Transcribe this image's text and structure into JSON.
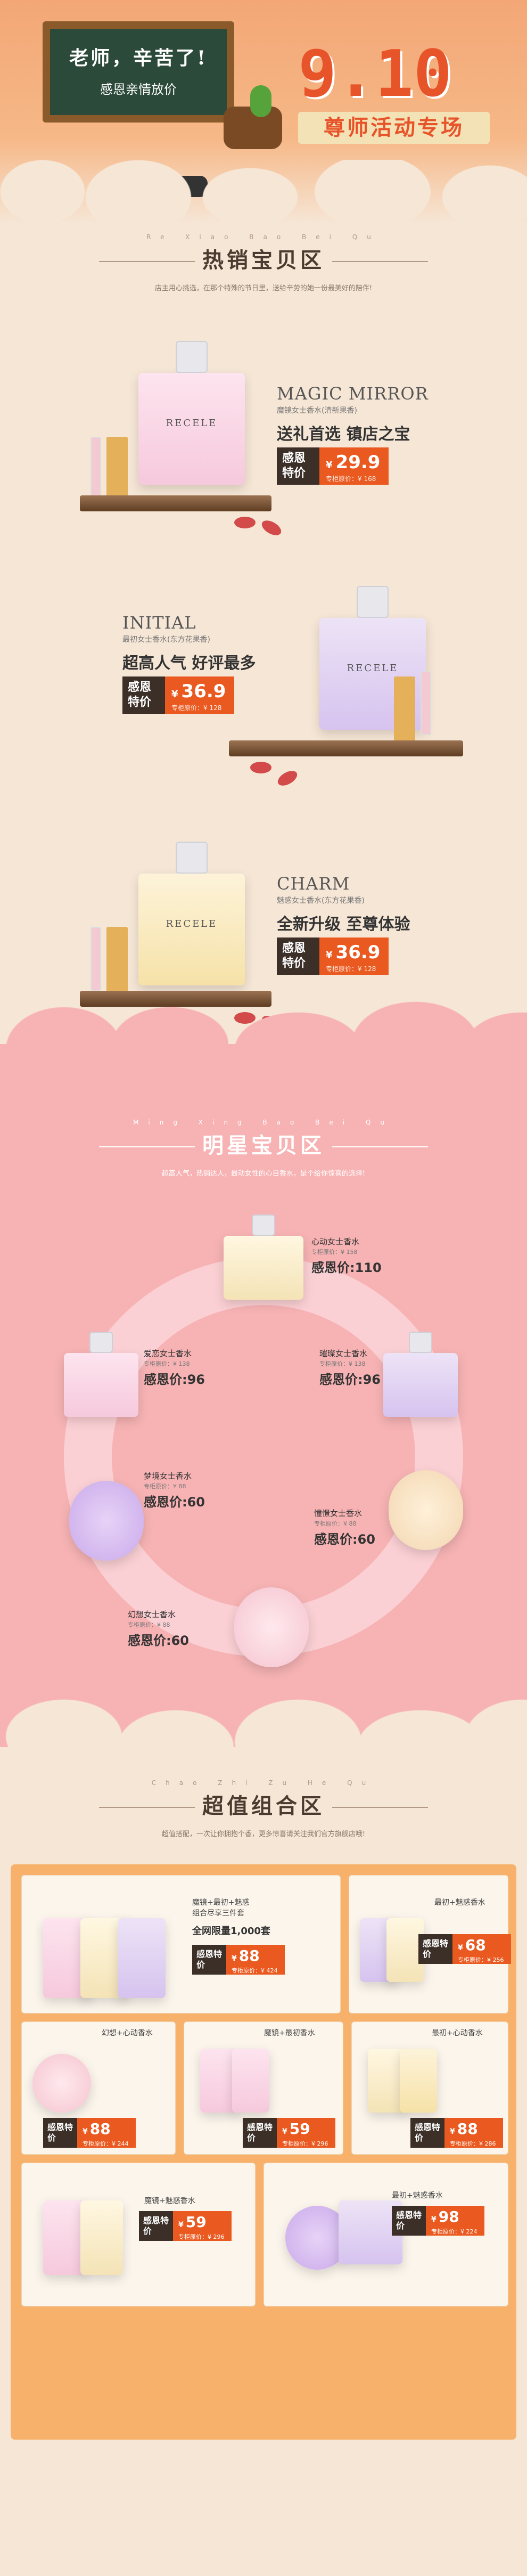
{
  "hero": {
    "board_title": "老师，辛苦了!",
    "board_sub": "感恩亲情放价",
    "date": "9.10",
    "slogan": "尊师活动专场"
  },
  "hot": {
    "pinyin": "Re Xiao Bao Bei Qu",
    "title": "热销宝贝区",
    "desc": "店主用心挑选，在那个特殊的节日里，送给辛劳的她一份最美好的陪伴!",
    "items": [
      {
        "en": "MAGIC MIRROR",
        "sub": "魔镜女士香水(清新果香)",
        "slogan": "送礼首选 镇店之宝",
        "label": "感恩特价",
        "price": "29.9",
        "orig": "专柜原价：¥ 168"
      },
      {
        "en": "INITIAL",
        "sub": "最初女士香水(东方花果香)",
        "slogan": "超高人气 好评最多",
        "label": "感恩特价",
        "price": "36.9",
        "orig": "专柜原价：¥ 128"
      },
      {
        "en": "CHARM",
        "sub": "魅惑女士香水(东方花果香)",
        "slogan": "全新升级 至尊体验",
        "label": "感恩特价",
        "price": "36.9",
        "orig": "专柜原价：¥ 128"
      }
    ],
    "brand": "RECELE"
  },
  "star": {
    "pinyin": "Ming Xing Bao Bei Qu",
    "title": "明星宝贝区",
    "desc": "超高人气，热销达人，最动女性的心目香水，是个给你惊喜的选择!",
    "items": [
      {
        "name": "心动女士香水",
        "orig": "专柜原价：¥ 158",
        "price": "感恩价:110"
      },
      {
        "name": "爱恋女士香水",
        "orig": "专柜原价：¥ 138",
        "price": "感恩价:96"
      },
      {
        "name": "璀璨女士香水",
        "orig": "专柜原价：¥ 138",
        "price": "感恩价:96"
      },
      {
        "name": "梦境女士香水",
        "orig": "专柜原价：¥ 88",
        "price": "感恩价:60"
      },
      {
        "name": "憧憬女士香水",
        "orig": "专柜原价：¥ 88",
        "price": "感恩价:60"
      },
      {
        "name": "幻想女士香水",
        "orig": "专柜原价：¥ 88",
        "price": "感恩价:60"
      }
    ]
  },
  "combo": {
    "pinyin": "Chao Zhi Zu He Qu",
    "title": "超值组合区",
    "desc": "超值搭配，一次让你拥抱个香，更多惊喜请关注我们官方旗舰店哦!",
    "items": [
      {
        "label": "魔镜+最初+魅惑",
        "sub": "组合尽享三件套",
        "extra": "全网限量1,000套",
        "price": "88",
        "orig": "专柜原价：¥ 424"
      },
      {
        "label": "最初+魅惑香水",
        "sub": "",
        "extra": "",
        "price": "68",
        "orig": "专柜原价：¥ 256"
      },
      {
        "label": "幻想+心动香水",
        "sub": "",
        "extra": "",
        "price": "88",
        "orig": "专柜原价：¥ 244"
      },
      {
        "label": "魔镜+最初香水",
        "sub": "",
        "extra": "",
        "price": "59",
        "orig": "专柜原价：¥ 296"
      },
      {
        "label": "最初+心动香水",
        "sub": "",
        "extra": "",
        "price": "88",
        "orig": "专柜原价：¥ 286"
      },
      {
        "label": "魔镜+魅惑香水",
        "sub": "",
        "extra": "",
        "price": "59",
        "orig": "专柜原价：¥ 296"
      },
      {
        "label": "最初+魅惑香水",
        "sub": "",
        "extra": "",
        "price": "98",
        "orig": "专柜原价：¥ 224"
      }
    ],
    "price_label": "感恩特价",
    "currency": "¥"
  }
}
